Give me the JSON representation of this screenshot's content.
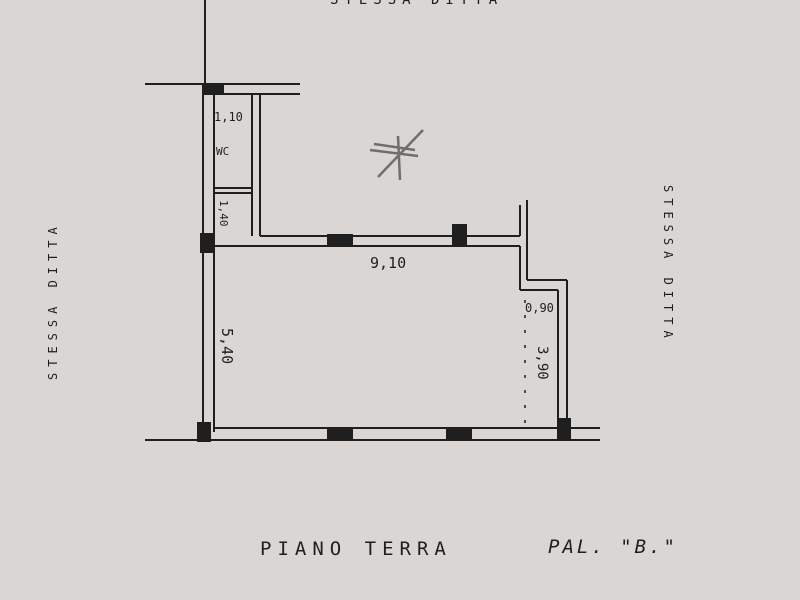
{
  "plan": {
    "title": "PIANO TERRA",
    "building": "PAL. \"B.\"",
    "neighbors": {
      "top": "STESSA DITTA",
      "left": "STESSA DITTA",
      "right": "STESSA DITTA"
    },
    "rooms": {
      "wc": "WC"
    },
    "dimensions": {
      "wc_width": "1,10",
      "wc_depth": "1,40",
      "main_width": "9,10",
      "main_depth": "5,40",
      "recess_width": "0,90",
      "recess_depth": "3,90"
    }
  },
  "colors": {
    "paper": "#d9d6d4",
    "ink": "#1f1f1f",
    "pencil": "#6e6e6e"
  }
}
